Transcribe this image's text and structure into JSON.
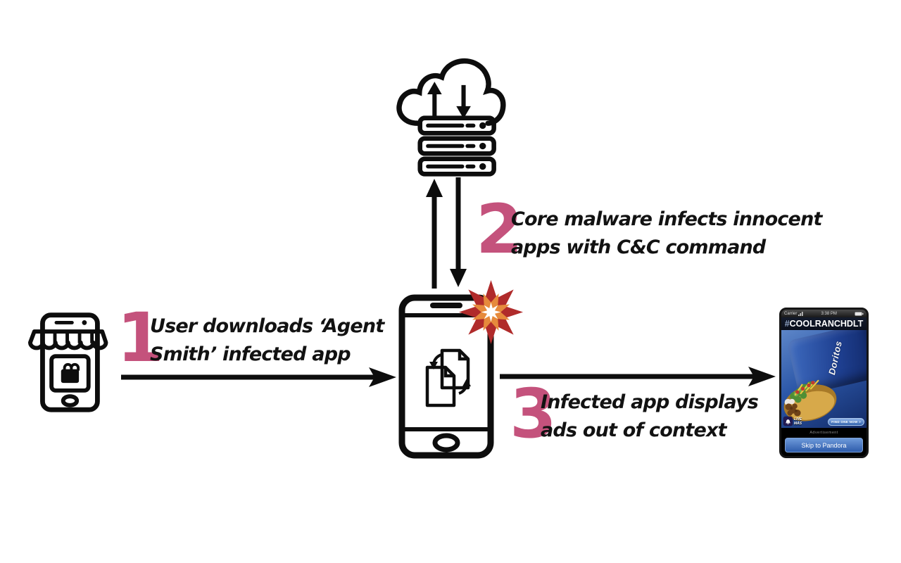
{
  "colors": {
    "accent": "#c4527c",
    "blast_outer": "#b02b2b",
    "blast_mid": "#e68a3c",
    "ad_blue": "#2c57a8"
  },
  "steps": [
    {
      "number": "1",
      "line1": "User downloads ‘Agent",
      "line2": "Smith’ infected app"
    },
    {
      "number": "2",
      "line1": "Core malware infects innocent",
      "line2": "apps with C&C command"
    },
    {
      "number": "3",
      "line1": "Infected app displays",
      "line2": "ads out of context"
    }
  ],
  "icons": {
    "app_store": "storefront-phone-with-shopping-bag",
    "cloud_server": "cloud-upload-download-over-server-stack",
    "infected_phone": "smartphone-with-file-swap",
    "blast": "explosion-burst",
    "wifi": "wifi-signal",
    "battery": "battery-full",
    "bell": "taco-bell-logo"
  },
  "ad": {
    "status_carrier": "Carrier",
    "status_time": "3:38 PM",
    "headline_hash": "#",
    "headline_word": "COOLRANCHDLT",
    "brand": "Doritos",
    "logo_text": "LIVE MÁS",
    "cta": "FIND ONE NOW >",
    "disclosure": "Advertisement",
    "skip": "Skip to Pandora"
  }
}
